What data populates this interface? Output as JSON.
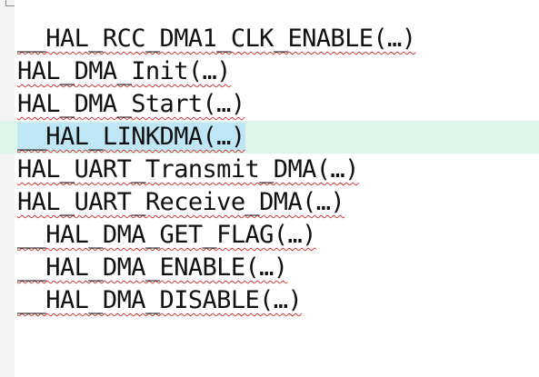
{
  "editor": {
    "lines": [
      {
        "text": "__HAL_RCC_DMA1_CLK_ENABLE(…)",
        "highlighted": false
      },
      {
        "text": "HAL_DMA_Init(…)",
        "highlighted": false
      },
      {
        "text": "HAL_DMA_Start(…)",
        "highlighted": false
      },
      {
        "text": "__HAL_LINKDMA(…)",
        "highlighted": true
      },
      {
        "text": "HAL_UART_Transmit_DMA(…)",
        "highlighted": false
      },
      {
        "text": "HAL_UART_Receive_DMA(…)",
        "highlighted": false
      },
      {
        "text": "__HAL_DMA_GET_FLAG(…)",
        "highlighted": false
      },
      {
        "text": "__HAL_DMA_ENABLE(…)",
        "highlighted": false
      },
      {
        "text": "__HAL_DMA_DISABLE(…)",
        "highlighted": false
      }
    ]
  },
  "colors": {
    "highlight_line": "#dff5ea",
    "highlight_selection": "#bfe6f4",
    "squiggle": "#d23b3b"
  }
}
